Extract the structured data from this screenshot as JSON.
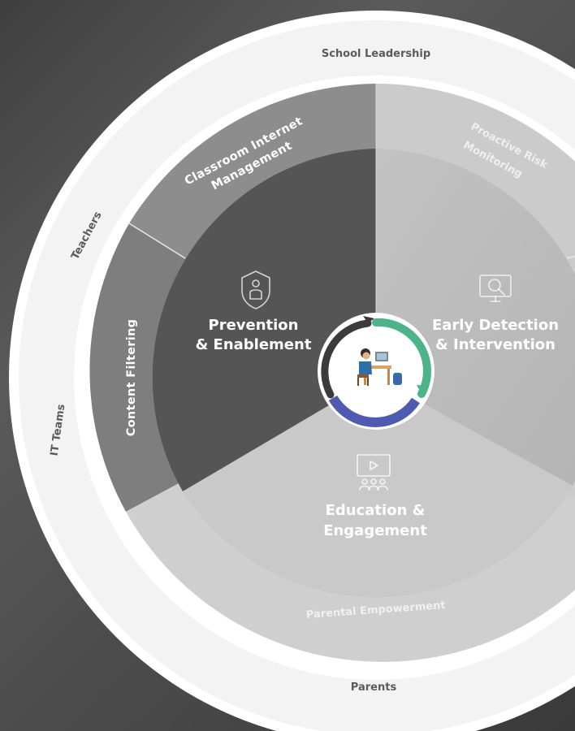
{
  "outer_ring": {
    "top": "School Leadership",
    "upper_left": "Teachers",
    "left": "IT Teams",
    "bottom": "Parents"
  },
  "segments": {
    "classroom": "Classroom Internet Management",
    "proactive": "Proactive Risk Monitoring",
    "content": "Content Filtering",
    "parental": "Parental Empowerment"
  },
  "core": {
    "prevention": {
      "line1": "Prevention",
      "line2": "& Enablement"
    },
    "detection": {
      "line1": "Early Detection",
      "line2": "& Intervention"
    },
    "education": {
      "line1": "Education &",
      "line2": "Engagement"
    }
  },
  "icons": {
    "prevention": "shield-person-icon",
    "detection": "monitor-magnifier-icon",
    "education": "video-audience-icon",
    "center": "student-at-desk-icon"
  },
  "colors": {
    "green_arc": "#4db388",
    "blue_arc": "#4f5bb0",
    "dark_arc": "#3b3b3b"
  }
}
